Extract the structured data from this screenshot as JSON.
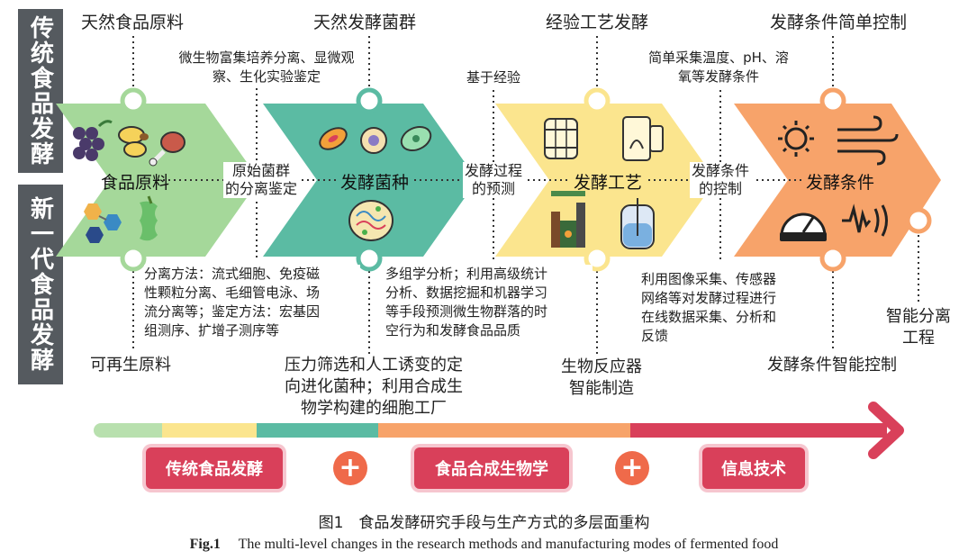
{
  "sidebar": {
    "traditional": "传统食品发酵",
    "new_generation": "新一代食品发酵"
  },
  "top_labels": [
    "天然食品原料",
    "天然发酵菌群",
    "经验工艺发酵",
    "发酵条件简单控制"
  ],
  "upper_notes": {
    "microbe": "微生物富集培养分离、显微观察、生化实验鉴定",
    "experience": "基于经验",
    "conditions": "简单采集温度、pH、溶氧等发酵条件"
  },
  "chevrons": [
    "食品原料",
    "发酵菌种",
    "发酵工艺",
    "发酵条件"
  ],
  "mid_labels": [
    "原始菌群的分离鉴定",
    "发酵过程的预测",
    "发酵条件的控制"
  ],
  "mid_label_lines": [
    [
      "原始菌群",
      "的分离鉴定"
    ],
    [
      "发酵过程",
      "的预测"
    ],
    [
      "发酵条件",
      "的控制"
    ]
  ],
  "lower_notes": {
    "separation": "分离方法：流式细胞、免疫磁性颗粒分离、毛细管电泳、场流分离等；鉴定方法：宏基因组测序、扩增子测序等",
    "separation_lines": [
      "分离方法：流式细胞、免疫磁",
      "性颗粒分离、毛细管电泳、场",
      "流分离等；鉴定方法：宏基因",
      "组测序、扩增子测序等"
    ],
    "omics": "多组学分析；利用高级统计分析、数据挖掘和机器学习等手段预测微生物群落的时空行为和发酵食品品质",
    "omics_lines": [
      "多组学分析；利用高级统计",
      "分析、数据挖掘和机器学习",
      "等手段预测微生物群落的时",
      "空行为和发酵食品品质"
    ],
    "sensor": "利用图像采集、传感器网络等对发酵过程进行在线数据采集、分析和反馈",
    "sensor_lines": [
      "利用图像采集、传感器",
      "网络等对发酵过程进行",
      "在线数据采集、分析和",
      "反馈"
    ]
  },
  "bottom_labels": {
    "renewable": "可再生原料",
    "strain": "压力筛选和人工诱变的定向进化菌种；利用合成生物学构建的细胞工厂",
    "strain_lines": [
      "压力筛选和人工诱变的定",
      "向进化菌种；利用合成生",
      "物学构建的细胞工厂"
    ],
    "bioreactor": "生物反应器智能制造",
    "bioreactor_lines": [
      "生物反应器",
      "智能制造"
    ],
    "intelligent_control": "发酵条件智能控制",
    "separation_eng": "智能分离工程",
    "separation_eng_lines": [
      "智能分离",
      "工程"
    ]
  },
  "pills": [
    "传统食品发酵",
    "食品合成生物学",
    "信息技术"
  ],
  "plus_symbol": "+",
  "caption": {
    "cn": "图1　食品发酵研究手段与生产方式的多层面重构",
    "en_prefix": "Fig.1",
    "en": "The multi-level changes in the research methods and manufacturing modes of fermented food"
  },
  "icons": {
    "food": [
      "grape-icon",
      "bean-icon",
      "meat-icon",
      "molecule-icon",
      "apple-core-icon"
    ],
    "strain": [
      "bacterium-icon",
      "cell-icon",
      "microbe-icon",
      "cell-factory-icon"
    ],
    "process": [
      "barrel-icon",
      "tank-icon",
      "factory-icon",
      "bioreactor-icon"
    ],
    "conditions": [
      "sun-icon",
      "wind-icon",
      "gauge-icon",
      "signal-icon"
    ]
  },
  "colors": {
    "sidebar": "#555a5f",
    "chevron_green": "#a5d89a",
    "chevron_teal": "#5bbba3",
    "chevron_yellow": "#fbe58e",
    "chevron_orange": "#f7a36a",
    "pill": "#d9405a",
    "plus": "#ef6a4a"
  }
}
